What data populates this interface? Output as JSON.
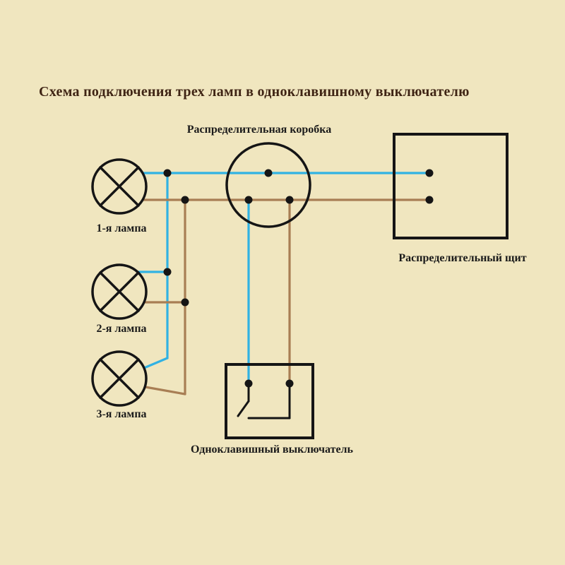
{
  "title": {
    "text": "Схема подключения трех ламп в одноклавишному выключателю"
  },
  "components": {
    "junction_box": {
      "label": "Распределительная коробка"
    },
    "lamp1": {
      "label": "1-я лампа"
    },
    "lamp2": {
      "label": "2-я лампа"
    },
    "lamp3": {
      "label": "3-я лампа"
    },
    "panel": {
      "label": "Распределительный щит"
    },
    "switch": {
      "label": "Одноклавишный выключатель"
    }
  },
  "colors": {
    "background": "#f0e6bf",
    "wire_blue": "#31b2e3",
    "wire_brown": "#a87e54",
    "line_black": "#151515",
    "title_color": "#3f2414",
    "label_color": "#1a1a1a"
  }
}
